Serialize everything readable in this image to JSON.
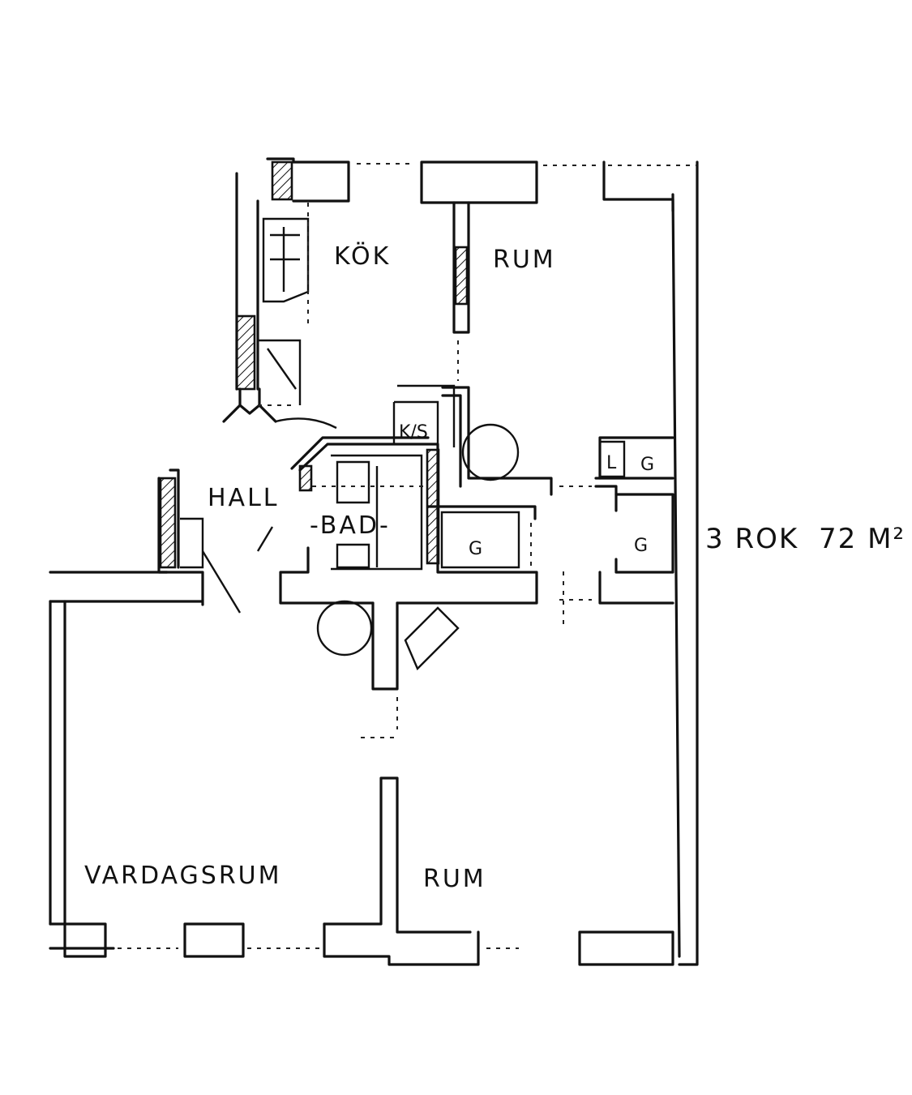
{
  "plan": {
    "summary": {
      "rooms": "3 ROK",
      "area": "72 M²"
    },
    "rooms": {
      "kitchen": "KÖK",
      "bedroom_top": "RUM",
      "hall": "HALL",
      "bathroom": "-BAD-",
      "living_room": "VARDAGSRUM",
      "bedroom_bottom": "RUM"
    },
    "fixtures": {
      "fridge_freezer": "K/S",
      "linen_closet": "L",
      "closet_top_right": "G",
      "closet_center": "G",
      "closet_right": "G"
    }
  }
}
